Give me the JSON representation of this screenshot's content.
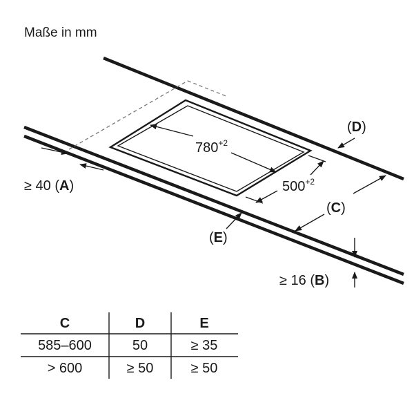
{
  "title": "Maße in mm",
  "dimensions": {
    "cutout_width": {
      "value": "780",
      "tolerance": "+2"
    },
    "cutout_depth": {
      "value": "500",
      "tolerance": "+2"
    },
    "A": {
      "prefix": "≥ 40 (",
      "letter": "A",
      "suffix": ")"
    },
    "B": {
      "prefix": "≥ 16 (",
      "letter": "B",
      "suffix": ")"
    },
    "C": {
      "prefix": "(",
      "letter": "C",
      "suffix": ")"
    },
    "D": {
      "prefix": "(",
      "letter": "D",
      "suffix": ")"
    },
    "E": {
      "prefix": "(",
      "letter": "E",
      "suffix": ")"
    }
  },
  "table": {
    "headers": [
      "C",
      "D",
      "E"
    ],
    "rows": [
      [
        "585–600",
        "50",
        "≥ 35"
      ],
      [
        "> 600",
        "≥ 50",
        "≥ 50"
      ]
    ]
  }
}
